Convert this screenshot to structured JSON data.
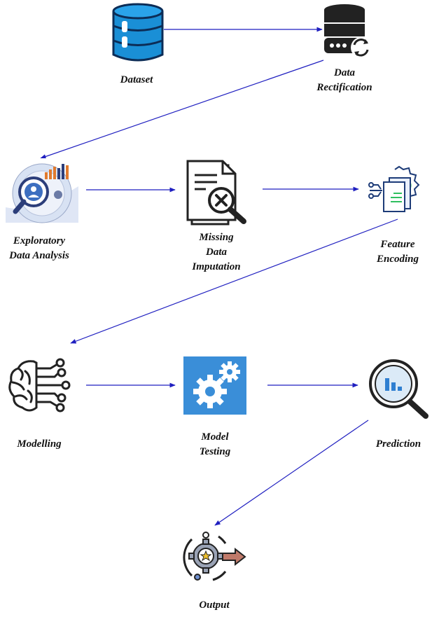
{
  "diagram": {
    "nodes": [
      {
        "id": "dataset",
        "lines": [
          "Dataset"
        ],
        "icon": "database-icon"
      },
      {
        "id": "rectification",
        "lines": [
          "Data",
          "Rectification"
        ],
        "icon": "server-sync-icon"
      },
      {
        "id": "eda",
        "lines": [
          "Exploratory",
          "Data Analysis"
        ],
        "icon": "analytics-magnifier-icon"
      },
      {
        "id": "imputation",
        "lines": [
          "Missing",
          "Data",
          "Imputation"
        ],
        "icon": "document-search-icon"
      },
      {
        "id": "encoding",
        "lines": [
          "Feature",
          "Encoding"
        ],
        "icon": "document-gear-icon"
      },
      {
        "id": "modelling",
        "lines": [
          "Modelling"
        ],
        "icon": "brain-circuit-icon"
      },
      {
        "id": "testing",
        "lines": [
          "Model",
          "Testing"
        ],
        "icon": "gears-icon"
      },
      {
        "id": "prediction",
        "lines": [
          "Prediction"
        ],
        "icon": "magnifier-chart-icon"
      },
      {
        "id": "output",
        "lines": [
          "Output"
        ],
        "icon": "gear-arrow-icon"
      }
    ],
    "edges": [
      [
        "dataset",
        "rectification"
      ],
      [
        "rectification",
        "eda"
      ],
      [
        "eda",
        "imputation"
      ],
      [
        "imputation",
        "encoding"
      ],
      [
        "encoding",
        "modelling"
      ],
      [
        "modelling",
        "testing"
      ],
      [
        "testing",
        "prediction"
      ],
      [
        "prediction",
        "output"
      ]
    ],
    "colors": {
      "arrow": "#1f1fc0",
      "db_blue": "#1a8fd6",
      "testing_bg": "#3a8ed8",
      "label": "#111111"
    }
  }
}
